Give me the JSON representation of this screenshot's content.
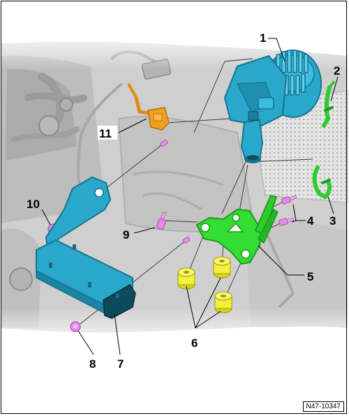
{
  "diagram": {
    "reference_code": "N47-10347",
    "callouts": [
      {
        "id": "1",
        "label": "1"
      },
      {
        "id": "2",
        "label": "2"
      },
      {
        "id": "3",
        "label": "3"
      },
      {
        "id": "4",
        "label": "4"
      },
      {
        "id": "5",
        "label": "5"
      },
      {
        "id": "6",
        "label": "6"
      },
      {
        "id": "7",
        "label": "7"
      },
      {
        "id": "8",
        "label": "8"
      },
      {
        "id": "9",
        "label": "9"
      },
      {
        "id": "10",
        "label": "10"
      },
      {
        "id": "11",
        "label": "11"
      }
    ],
    "colors": {
      "pump": "#2aa8cc",
      "pump_dark": "#16738f",
      "bracket_green": "#33dd33",
      "bracket_green_dark": "#1f9a1f",
      "bolt_pink": "#e28be6",
      "damper_yellow": "#f2f03a",
      "sensor_orange": "#f0a020",
      "engine_gray": "#c9c9c9"
    }
  }
}
